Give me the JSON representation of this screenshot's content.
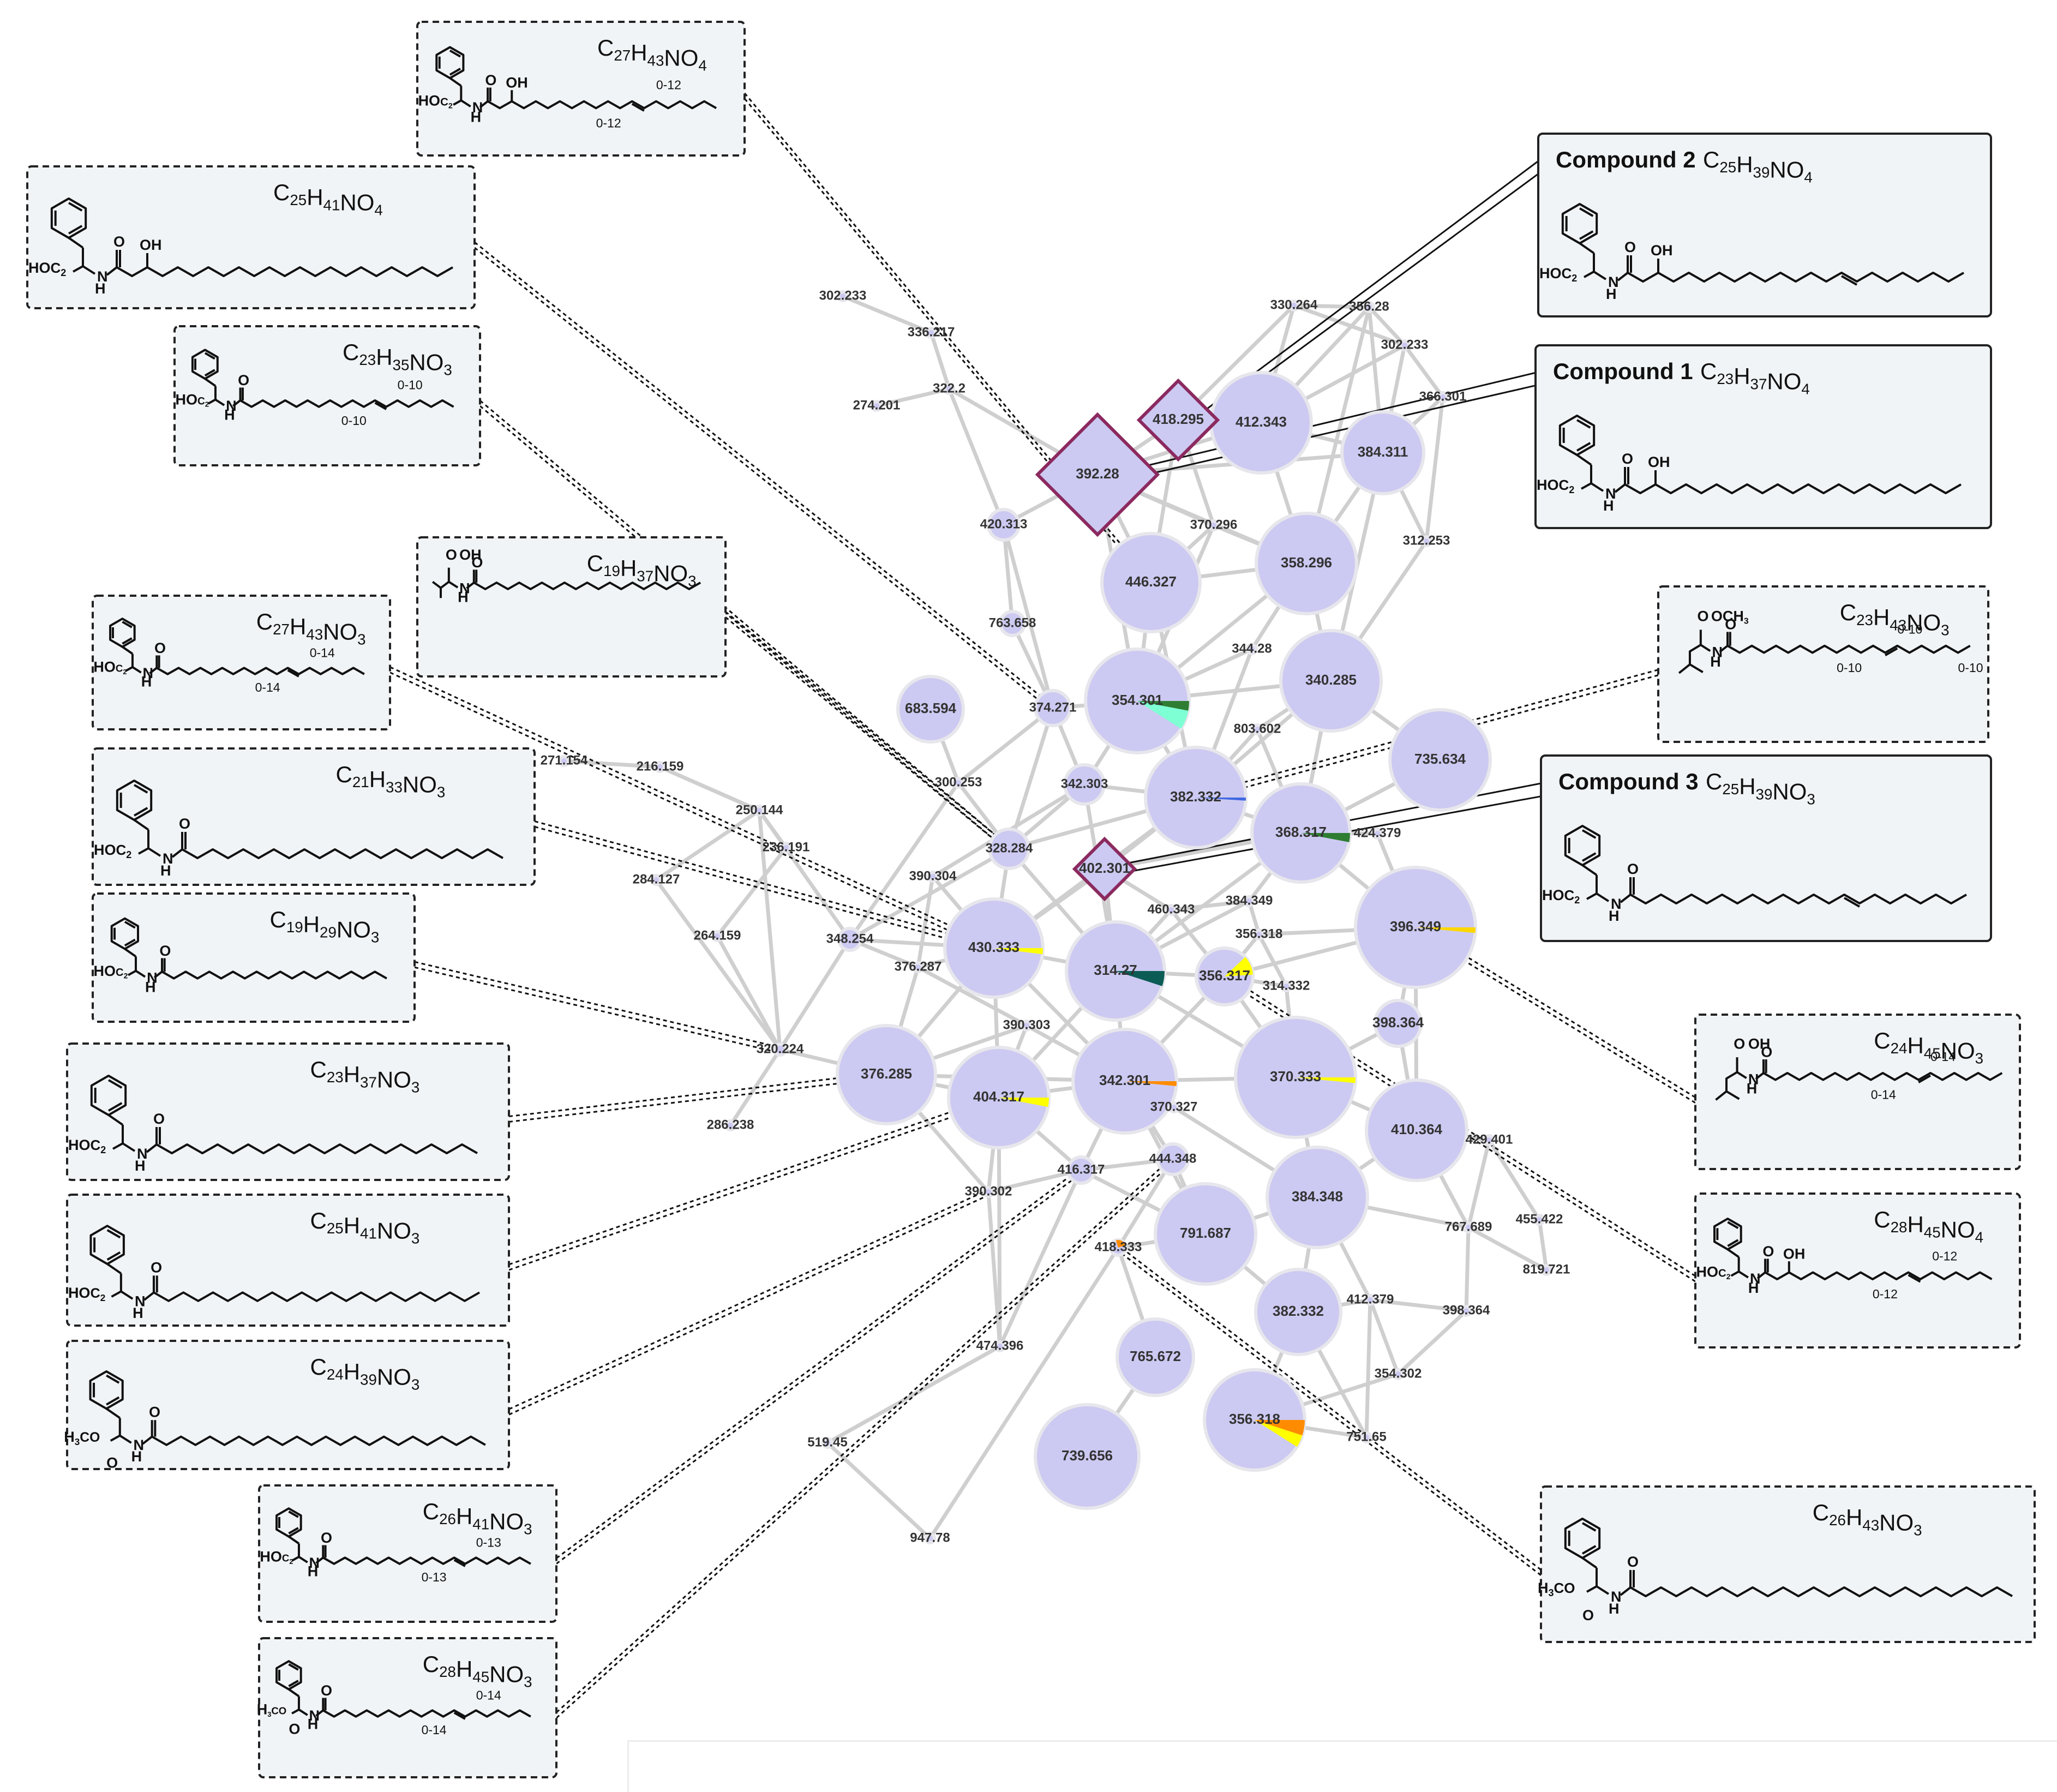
{
  "network": {
    "edge_color": "#cfcfcf",
    "node_fill": "#cccaf2",
    "highlight_color": "#8b2a5f",
    "pie_colors": [
      "#2e7d32",
      "#7fffd4",
      "#ffff00",
      "#ff8c00",
      "#0b5c55",
      "#ffd700",
      "#4169e1"
    ],
    "nodes": [
      {
        "id": "n1",
        "label": "412.343",
        "shape": "circle"
      },
      {
        "id": "n2",
        "label": "384.311",
        "shape": "circle"
      },
      {
        "id": "n3",
        "label": "446.327",
        "shape": "circle"
      },
      {
        "id": "n4",
        "label": "358.296",
        "shape": "circle"
      },
      {
        "id": "n5",
        "label": "354.301",
        "shape": "circle"
      },
      {
        "id": "n6",
        "label": "340.285",
        "shape": "circle"
      },
      {
        "id": "n7",
        "label": "735.634",
        "shape": "circle"
      },
      {
        "id": "n8",
        "label": "683.594",
        "shape": "circle"
      },
      {
        "id": "n9",
        "label": "382.332",
        "shape": "circle"
      },
      {
        "id": "n10",
        "label": "368.317",
        "shape": "circle"
      },
      {
        "id": "n11",
        "label": "396.349",
        "shape": "circle"
      },
      {
        "id": "n12",
        "label": "430.333",
        "shape": "circle"
      },
      {
        "id": "n13",
        "label": "314.27",
        "shape": "circle"
      },
      {
        "id": "n14",
        "label": "356.317",
        "shape": "circle"
      },
      {
        "id": "n15",
        "label": "376.285",
        "shape": "circle"
      },
      {
        "id": "n16",
        "label": "404.317",
        "shape": "circle"
      },
      {
        "id": "n17",
        "label": "342.301",
        "shape": "circle"
      },
      {
        "id": "n18",
        "label": "370.333",
        "shape": "circle"
      },
      {
        "id": "n19",
        "label": "410.364",
        "shape": "circle"
      },
      {
        "id": "n20",
        "label": "384.348",
        "shape": "circle"
      },
      {
        "id": "n21",
        "label": "791.687",
        "shape": "circle"
      },
      {
        "id": "n22",
        "label": "382.332",
        "shape": "circle"
      },
      {
        "id": "n23",
        "label": "765.672",
        "shape": "circle"
      },
      {
        "id": "n24",
        "label": "739.656",
        "shape": "circle"
      },
      {
        "id": "n25",
        "label": "356.318",
        "shape": "circle"
      },
      {
        "id": "n26",
        "label": "342.303",
        "shape": "circle"
      },
      {
        "id": "n27",
        "label": "328.284",
        "shape": "circle"
      },
      {
        "id": "n28",
        "label": "374.271",
        "shape": "circle"
      },
      {
        "id": "n29",
        "label": "420.313",
        "shape": "circle"
      },
      {
        "id": "n30",
        "label": "763.658",
        "shape": "circle"
      },
      {
        "id": "n31",
        "label": "348.254",
        "shape": "circle"
      },
      {
        "id": "n32",
        "label": "416.317",
        "shape": "circle"
      },
      {
        "id": "n33",
        "label": "444.348",
        "shape": "circle"
      },
      {
        "id": "n34",
        "label": "398.364",
        "shape": "circle"
      },
      {
        "id": "n35",
        "label": "330.264",
        "shape": "circle"
      },
      {
        "id": "n36",
        "label": "356.28",
        "shape": "circle"
      },
      {
        "id": "n37",
        "label": "302.233",
        "shape": "circle"
      },
      {
        "id": "n38",
        "label": "366.301",
        "shape": "circle"
      },
      {
        "id": "n39",
        "label": "312.253",
        "shape": "circle"
      },
      {
        "id": "n40",
        "label": "370.296",
        "shape": "circle"
      },
      {
        "id": "n41",
        "label": "344.28",
        "shape": "circle"
      },
      {
        "id": "n42",
        "label": "803.602",
        "shape": "circle"
      },
      {
        "id": "n43",
        "label": "424.379",
        "shape": "circle"
      },
      {
        "id": "n44",
        "label": "384.349",
        "shape": "circle"
      },
      {
        "id": "n45",
        "label": "356.318",
        "shape": "circle"
      },
      {
        "id": "n46",
        "label": "314.332",
        "shape": "circle"
      },
      {
        "id": "n47",
        "label": "460.343",
        "shape": "circle"
      },
      {
        "id": "n48",
        "label": "390.304",
        "shape": "circle"
      },
      {
        "id": "n49",
        "label": "376.287",
        "shape": "circle"
      },
      {
        "id": "n50",
        "label": "390.303",
        "shape": "circle"
      },
      {
        "id": "n51",
        "label": "370.327",
        "shape": "circle"
      },
      {
        "id": "n52",
        "label": "429.401",
        "shape": "circle"
      },
      {
        "id": "n53",
        "label": "455.422",
        "shape": "circle"
      },
      {
        "id": "n54",
        "label": "767.689",
        "shape": "circle"
      },
      {
        "id": "n55",
        "label": "819.721",
        "shape": "circle"
      },
      {
        "id": "n56",
        "label": "398.364",
        "shape": "circle"
      },
      {
        "id": "n57",
        "label": "412.379",
        "shape": "circle"
      },
      {
        "id": "n58",
        "label": "354.302",
        "shape": "circle"
      },
      {
        "id": "n59",
        "label": "751.65",
        "shape": "circle"
      },
      {
        "id": "n60",
        "label": "418.333",
        "shape": "circle"
      },
      {
        "id": "n61",
        "label": "390.302",
        "shape": "circle"
      },
      {
        "id": "n62",
        "label": "474.396",
        "shape": "circle"
      },
      {
        "id": "n63",
        "label": "519.45",
        "shape": "circle"
      },
      {
        "id": "n64",
        "label": "947.78",
        "shape": "circle"
      },
      {
        "id": "n65",
        "label": "300.253",
        "shape": "circle"
      },
      {
        "id": "n66",
        "label": "302.233",
        "shape": "circle"
      },
      {
        "id": "n67",
        "label": "336.217",
        "shape": "circle"
      },
      {
        "id": "n68",
        "label": "322.2",
        "shape": "circle"
      },
      {
        "id": "n69",
        "label": "274.201",
        "shape": "circle"
      },
      {
        "id": "n70",
        "label": "271.154",
        "shape": "circle"
      },
      {
        "id": "n71",
        "label": "216.159",
        "shape": "circle"
      },
      {
        "id": "n72",
        "label": "250.144",
        "shape": "circle"
      },
      {
        "id": "n73",
        "label": "236.191",
        "shape": "circle"
      },
      {
        "id": "n74",
        "label": "284.127",
        "shape": "circle"
      },
      {
        "id": "n75",
        "label": "264.159",
        "shape": "circle"
      },
      {
        "id": "n76",
        "label": "320.224",
        "shape": "circle"
      },
      {
        "id": "n77",
        "label": "286.238",
        "shape": "circle"
      },
      {
        "id": "d1",
        "label": "392.28",
        "shape": "diamond"
      },
      {
        "id": "d2",
        "label": "418.295",
        "shape": "diamond"
      },
      {
        "id": "d3",
        "label": "402.301",
        "shape": "diamond"
      }
    ]
  },
  "panels": [
    {
      "id": "p-c27h43no4",
      "formula_main": "C",
      "formula": [
        [
          "C",
          ""
        ],
        [
          "27",
          "sub"
        ],
        [
          "H",
          ""
        ],
        [
          "43",
          "sub"
        ],
        [
          "NO",
          ""
        ],
        [
          "4",
          "sub"
        ]
      ],
      "title": "",
      "variant": "hydroxy-ene",
      "r1": "0-12",
      "r2": "0-12",
      "ester": false
    },
    {
      "id": "p-c25h41no4",
      "formula": [
        [
          "C",
          ""
        ],
        [
          "25",
          "sub"
        ],
        [
          "H",
          ""
        ],
        [
          "41",
          "sub"
        ],
        [
          "NO",
          ""
        ],
        [
          "4",
          "sub"
        ]
      ],
      "title": "",
      "variant": "hydroxy"
    },
    {
      "id": "p-c23h35no3",
      "formula": [
        [
          "C",
          ""
        ],
        [
          "23",
          "sub"
        ],
        [
          "H",
          ""
        ],
        [
          "35",
          "sub"
        ],
        [
          "NO",
          ""
        ],
        [
          "3",
          "sub"
        ]
      ],
      "title": "",
      "variant": "ene",
      "r1": "0-10",
      "r2": "0-10"
    },
    {
      "id": "p-c19h37no3",
      "formula": [
        [
          "C",
          ""
        ],
        [
          "19",
          "sub"
        ],
        [
          "H",
          ""
        ],
        [
          "37",
          "sub"
        ],
        [
          "NO",
          ""
        ],
        [
          "3",
          "sub"
        ]
      ],
      "title": "",
      "variant": "valine"
    },
    {
      "id": "p-c27h43no3",
      "formula": [
        [
          "C",
          ""
        ],
        [
          "27",
          "sub"
        ],
        [
          "H",
          ""
        ],
        [
          "43",
          "sub"
        ],
        [
          "NO",
          ""
        ],
        [
          "3",
          "sub"
        ]
      ],
      "title": "",
      "variant": "ene",
      "r1": "0-14",
      "r2": "0-14"
    },
    {
      "id": "p-c21h33no3",
      "formula": [
        [
          "C",
          ""
        ],
        [
          "21",
          "sub"
        ],
        [
          "H",
          ""
        ],
        [
          "33",
          "sub"
        ],
        [
          "NO",
          ""
        ],
        [
          "3",
          "sub"
        ]
      ],
      "title": "",
      "variant": "chain"
    },
    {
      "id": "p-c19h29no3",
      "formula": [
        [
          "C",
          ""
        ],
        [
          "19",
          "sub"
        ],
        [
          "H",
          ""
        ],
        [
          "29",
          "sub"
        ],
        [
          "NO",
          ""
        ],
        [
          "3",
          "sub"
        ]
      ],
      "title": "",
      "variant": "chain"
    },
    {
      "id": "p-c23h37no3",
      "formula": [
        [
          "C",
          ""
        ],
        [
          "23",
          "sub"
        ],
        [
          "H",
          ""
        ],
        [
          "37",
          "sub"
        ],
        [
          "NO",
          ""
        ],
        [
          "3",
          "sub"
        ]
      ],
      "title": "",
      "variant": "chain"
    },
    {
      "id": "p-c25h41no3",
      "formula": [
        [
          "C",
          ""
        ],
        [
          "25",
          "sub"
        ],
        [
          "H",
          ""
        ],
        [
          "41",
          "sub"
        ],
        [
          "NO",
          ""
        ],
        [
          "3",
          "sub"
        ]
      ],
      "title": "",
      "variant": "chain"
    },
    {
      "id": "p-c24h39no3",
      "formula": [
        [
          "C",
          ""
        ],
        [
          "24",
          "sub"
        ],
        [
          "H",
          ""
        ],
        [
          "39",
          "sub"
        ],
        [
          "NO",
          ""
        ],
        [
          "3",
          "sub"
        ]
      ],
      "title": "",
      "variant": "ester"
    },
    {
      "id": "p-c26h41no3",
      "formula": [
        [
          "C",
          ""
        ],
        [
          "26",
          "sub"
        ],
        [
          "H",
          ""
        ],
        [
          "41",
          "sub"
        ],
        [
          "NO",
          ""
        ],
        [
          "3",
          "sub"
        ]
      ],
      "title": "",
      "variant": "ene",
      "r1": "0-13",
      "r2": "0-13"
    },
    {
      "id": "p-c28h45no3",
      "formula": [
        [
          "C",
          ""
        ],
        [
          "28",
          "sub"
        ],
        [
          "H",
          ""
        ],
        [
          "45",
          "sub"
        ],
        [
          "NO",
          ""
        ],
        [
          "3",
          "sub"
        ]
      ],
      "title": "",
      "variant": "ester-ene",
      "r1": "0-14",
      "r2": "0-14"
    },
    {
      "id": "p-compound2",
      "formula": [
        [
          "C",
          ""
        ],
        [
          "25",
          "sub"
        ],
        [
          "H",
          ""
        ],
        [
          "39",
          "sub"
        ],
        [
          "NO",
          ""
        ],
        [
          "4",
          "sub"
        ]
      ],
      "title": "Compound 2",
      "variant": "hydroxy-z"
    },
    {
      "id": "p-compound1",
      "formula": [
        [
          "C",
          ""
        ],
        [
          "23",
          "sub"
        ],
        [
          "H",
          ""
        ],
        [
          "37",
          "sub"
        ],
        [
          "NO",
          ""
        ],
        [
          "4",
          "sub"
        ]
      ],
      "title": "Compound 1",
      "variant": "hydroxy"
    },
    {
      "id": "p-c23h43no3",
      "formula": [
        [
          "C",
          ""
        ],
        [
          "23",
          "sub"
        ],
        [
          "H",
          ""
        ],
        [
          "43",
          "sub"
        ],
        [
          "NO",
          ""
        ],
        [
          "3",
          "sub"
        ]
      ],
      "title": "",
      "variant": "leucine-ester-diene",
      "r1": "0-10",
      "r2": "0-10",
      "r3": "0-10"
    },
    {
      "id": "p-compound3",
      "formula": [
        [
          "C",
          ""
        ],
        [
          "25",
          "sub"
        ],
        [
          "H",
          ""
        ],
        [
          "39",
          "sub"
        ],
        [
          "NO",
          ""
        ],
        [
          "3",
          "sub"
        ]
      ],
      "title": "Compound 3",
      "variant": "z"
    },
    {
      "id": "p-c24h45no3",
      "formula": [
        [
          "C",
          ""
        ],
        [
          "24",
          "sub"
        ],
        [
          "H",
          ""
        ],
        [
          "45",
          "sub"
        ],
        [
          "NO",
          ""
        ],
        [
          "3",
          "sub"
        ]
      ],
      "title": "",
      "variant": "leucine-ene",
      "r1": "0-14",
      "r2": "0-14"
    },
    {
      "id": "p-c28h45no4",
      "formula": [
        [
          "C",
          ""
        ],
        [
          "28",
          "sub"
        ],
        [
          "H",
          ""
        ],
        [
          "45",
          "sub"
        ],
        [
          "NO",
          ""
        ],
        [
          "4",
          "sub"
        ]
      ],
      "title": "",
      "variant": "hydroxy-ene",
      "r1": "0-12",
      "r2": "0-12"
    },
    {
      "id": "p-c26h43no3",
      "formula": [
        [
          "C",
          ""
        ],
        [
          "26",
          "sub"
        ],
        [
          "H",
          ""
        ],
        [
          "43",
          "sub"
        ],
        [
          "NO",
          ""
        ],
        [
          "3",
          "sub"
        ]
      ],
      "title": "",
      "variant": "ester"
    }
  ],
  "atom_labels": {
    "ho2c": "HO",
    "co2": "C",
    "o2": "2",
    "h": "H",
    "n": "N",
    "o": "O",
    "oh": "OH",
    "h3co": "H",
    "h3co_3": "3",
    "h3co_co": "CO",
    "cooh": "OH",
    "och3": "OCH",
    "och3_3": "3"
  }
}
